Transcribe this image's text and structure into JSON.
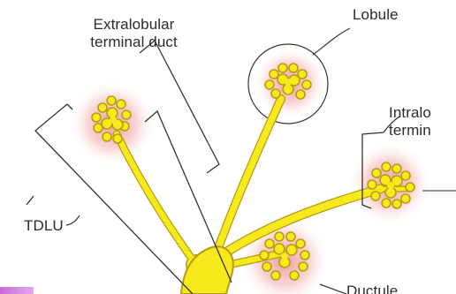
{
  "labels": {
    "extralobular_line1": "Extralobular",
    "extralobular_line2": "terminal duct",
    "lobule": "Lobule",
    "intralobular_line1": "Intralo",
    "intralobular_line2": "termin",
    "tdlu": "TDLU",
    "ductule": "Ductule"
  },
  "colors": {
    "duct_fill": "#f7ea1c",
    "duct_outline": "#b99a12",
    "lobule_halo": "#e9a6a4",
    "leader_line": "#333333",
    "label_text": "#2b2b2b",
    "corner_swatch": "#c86bd8"
  }
}
